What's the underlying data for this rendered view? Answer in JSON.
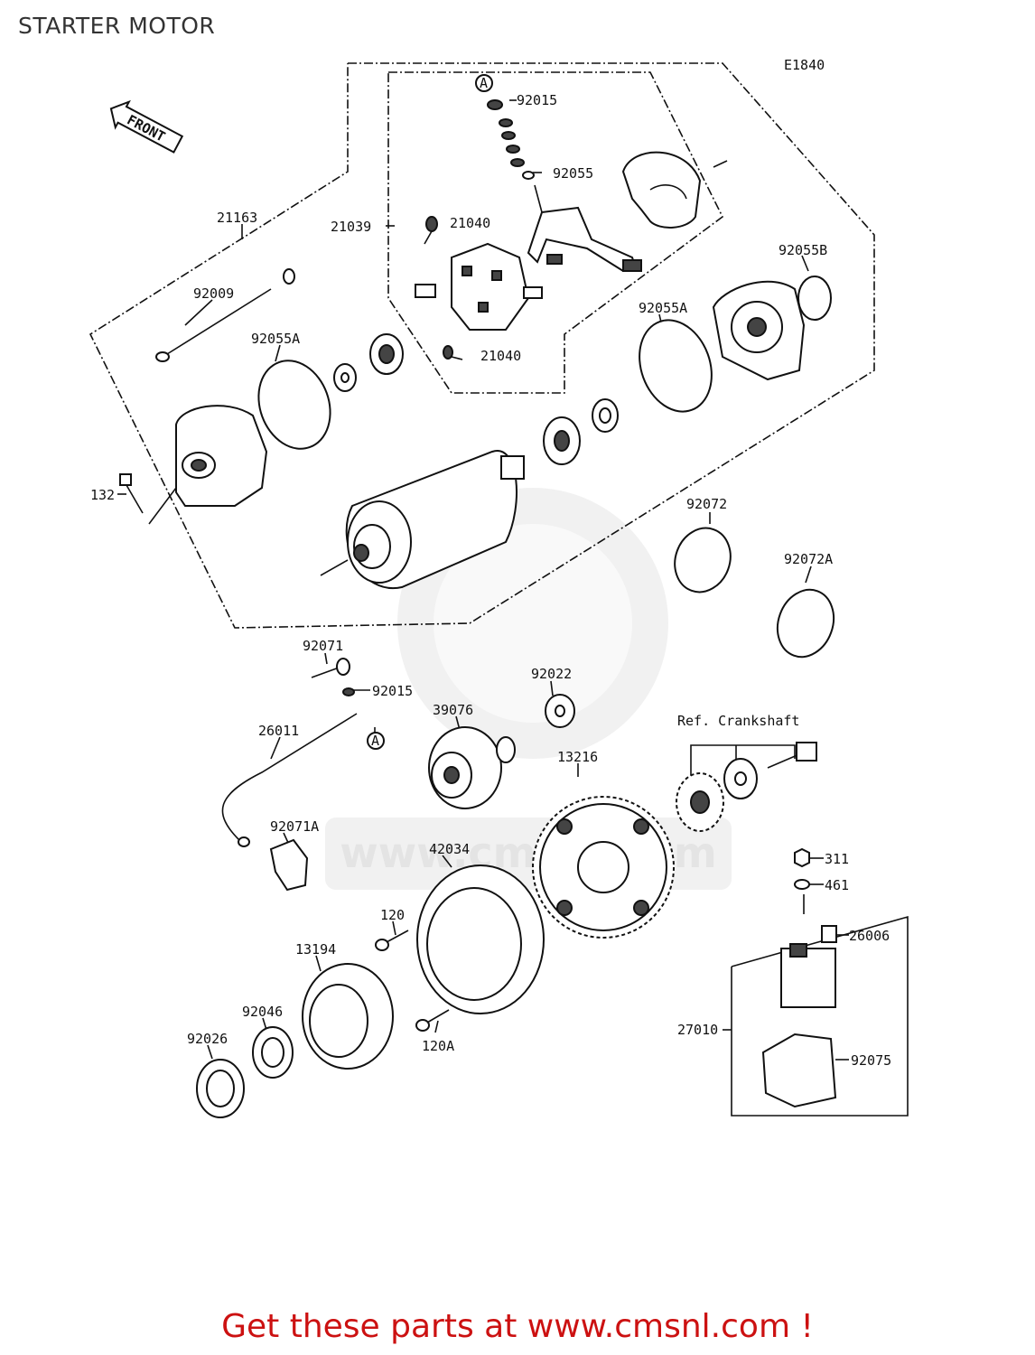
{
  "page": {
    "title": "STARTER MOTOR",
    "diagram_code": "E1840",
    "footer": "Get these parts at www.cmsnl.com !"
  },
  "diagram": {
    "front_tag": "FRONT",
    "watermark": "www.cmsnl.com",
    "reference_note": "Ref. Crankshaft",
    "callout_letter": "A",
    "part_labels": [
      "92015",
      "92055",
      "21163",
      "21039",
      "21040",
      "21040",
      "92055B",
      "92009",
      "92055A",
      "92055A",
      "132",
      "92072",
      "92072A",
      "92071",
      "92015",
      "92022",
      "39076",
      "26011",
      "13216",
      "92071A",
      "42034",
      "311",
      "461",
      "120",
      "26006",
      "13194",
      "92046",
      "92026",
      "120A",
      "27010",
      "92075"
    ]
  }
}
